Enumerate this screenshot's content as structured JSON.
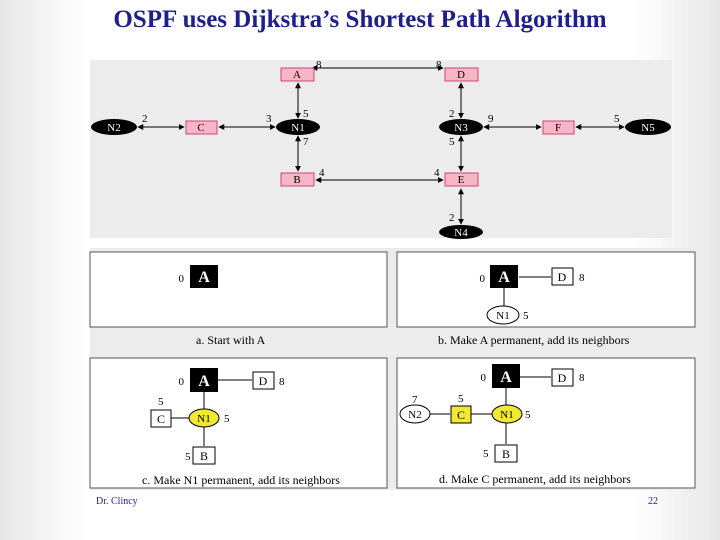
{
  "title": "OSPF uses Dijkstra’s Shortest Path Algorithm",
  "footer": {
    "author": "Dr. Clincy",
    "page": "22"
  },
  "colors": {
    "title": "#1f1f8a",
    "router_fill": "#f7b6c6",
    "router_stroke": "#d0437a",
    "network_fill": "#000000",
    "highlight": "#f1e833",
    "panel_bg": "#ececec"
  },
  "topology": {
    "routers": {
      "a": "A",
      "b": "B",
      "c": "C",
      "d": "D",
      "e": "E",
      "f": "F"
    },
    "networks": {
      "n1": "N1",
      "n2": "N2",
      "n3": "N3",
      "n4": "N4",
      "n5": "N5"
    },
    "costs": {
      "a_d_left": "8",
      "a_d_right": "8",
      "a_n1": "5",
      "c_n2": "2",
      "c_n1": "3",
      "n1_b": "7",
      "b_e_left": "4",
      "b_e_right": "4",
      "d_n3": "2",
      "n3_e": "5",
      "n3_f": "9",
      "f_n5": "5",
      "e_n4": "2"
    }
  },
  "steps": {
    "a": {
      "caption": "a. Start with  A",
      "a": "A",
      "a_dist": "0"
    },
    "b": {
      "caption": "b. Make A permanent, add its neighbors",
      "a": "A",
      "a_dist": "0",
      "d": "D",
      "d_dist": "8",
      "n1": "N1",
      "n1_dist": "5"
    },
    "c": {
      "caption": "c. Make N1 permanent, add its neighbors",
      "a": "A",
      "a_dist": "0",
      "d": "D",
      "d_dist": "8",
      "n1": "N1",
      "n1_dist": "5",
      "c": "C",
      "c_dist": "5",
      "b": "B",
      "b_dist": "5"
    },
    "d": {
      "caption": "d. Make  C permanent, add its neighbors",
      "a": "A",
      "a_dist": "0",
      "d": "D",
      "d_dist": "8",
      "n1": "N1",
      "n1_dist": "5",
      "c": "C",
      "c_dist": "5",
      "b": "B",
      "b_dist": "5",
      "n2": "N2",
      "n2_dist": "7"
    }
  }
}
